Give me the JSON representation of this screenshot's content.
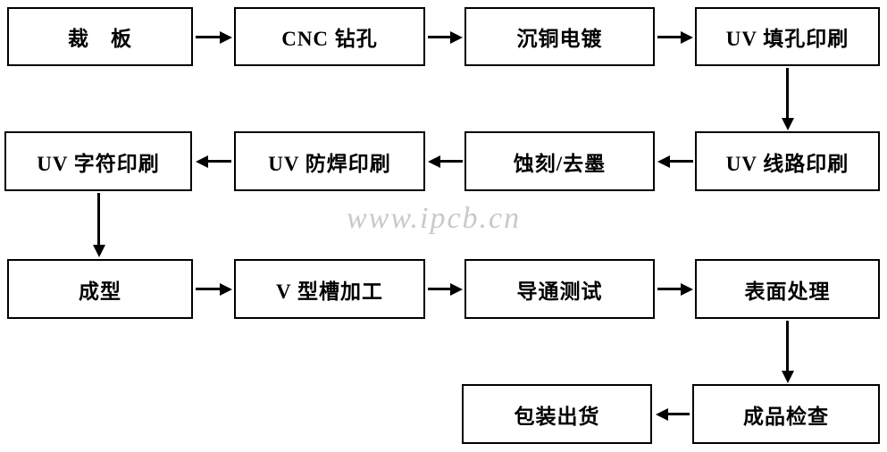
{
  "watermark": "www.ipcb.cn",
  "nodes": [
    {
      "label": "裁　板",
      "name": "cut-board"
    },
    {
      "label": "CNC 钻孔",
      "name": "cnc-drilling"
    },
    {
      "label": "沉铜电镀",
      "name": "copper-deposition-plating"
    },
    {
      "label": "UV 填孔印刷",
      "name": "uv-hole-fill-printing"
    },
    {
      "label": "UV 字符印刷",
      "name": "uv-legend-printing"
    },
    {
      "label": "UV 防焊印刷",
      "name": "uv-solder-mask-printing"
    },
    {
      "label": "蚀刻/去墨",
      "name": "etching-ink-stripping"
    },
    {
      "label": "UV 线路印刷",
      "name": "uv-circuit-printing"
    },
    {
      "label": "成型",
      "name": "forming"
    },
    {
      "label": "V 型槽加工",
      "name": "v-groove-machining"
    },
    {
      "label": "导通测试",
      "name": "continuity-test"
    },
    {
      "label": "表面处理",
      "name": "surface-finish"
    },
    {
      "label": "包装出货",
      "name": "packing-shipping"
    },
    {
      "label": "成品检查",
      "name": "final-inspection"
    }
  ],
  "flow_order": [
    "裁　板",
    "CNC 钻孔",
    "沉铜电镀",
    "UV 填孔印刷",
    "UV 线路印刷",
    "蚀刻/去墨",
    "UV 防焊印刷",
    "UV 字符印刷",
    "成型",
    "V 型槽加工",
    "导通测试",
    "表面处理",
    "成品检查",
    "包装出货"
  ],
  "colors": {
    "box_border": "#000000",
    "box_fill": "#ffffff",
    "text": "#000000",
    "watermark": "#c9c9c9",
    "background": "#ffffff"
  }
}
